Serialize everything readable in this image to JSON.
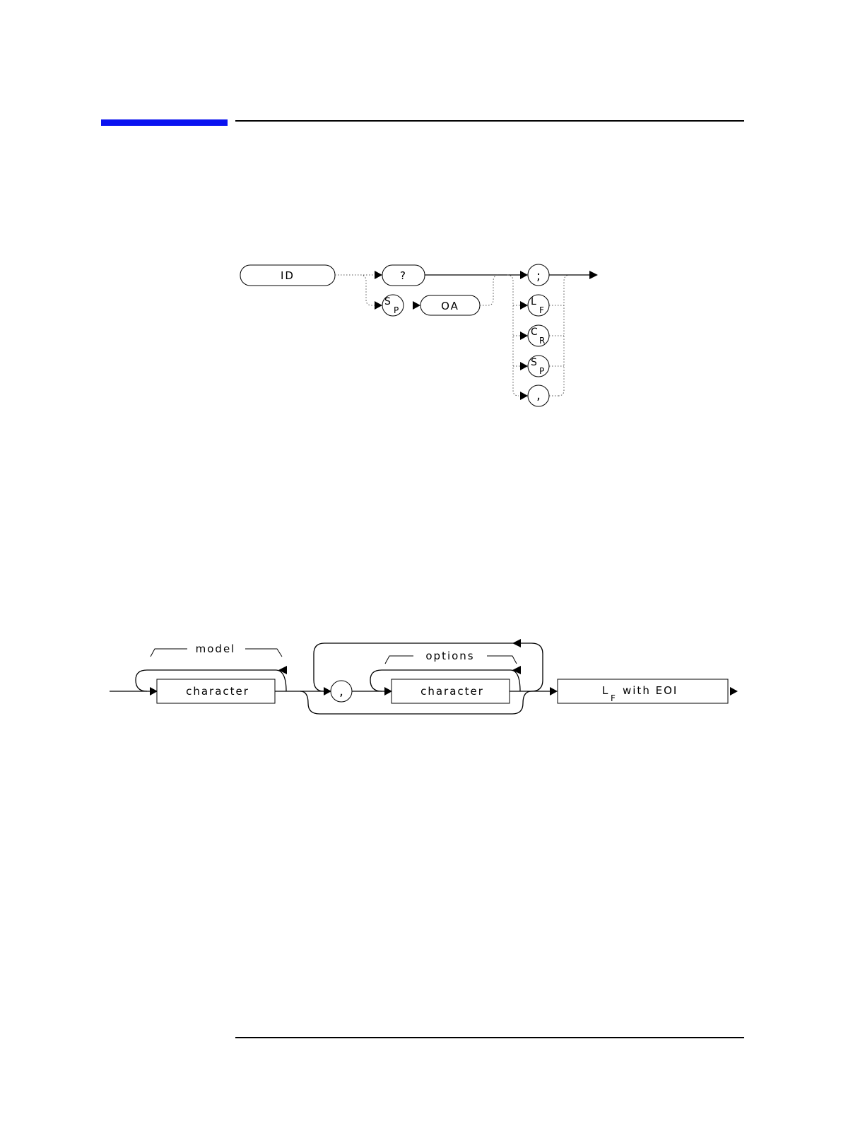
{
  "colors": {
    "header_bar": "#0a12f0",
    "rule": "#000000"
  },
  "syntax_diagram": {
    "command": "ID",
    "query": "?",
    "sp": {
      "main": "S",
      "sub": "P"
    },
    "oa": "OA",
    "terminators": [
      {
        "main": ";",
        "sub": ""
      },
      {
        "main": "L",
        "sub": "F"
      },
      {
        "main": "C",
        "sub": "R"
      },
      {
        "main": "S",
        "sub": "P"
      },
      {
        "main": ",",
        "sub": ""
      }
    ]
  },
  "output_diagram": {
    "model_label": "model",
    "options_label": "options",
    "model_box": "character",
    "comma": ",",
    "options_box": "character",
    "end_box": {
      "main": "L",
      "sub": "F",
      "rest": "with EOI"
    }
  }
}
